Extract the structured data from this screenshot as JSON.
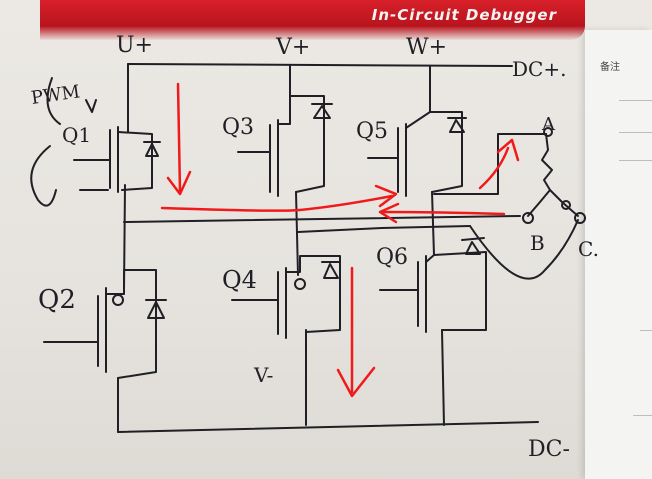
{
  "banner": {
    "text": "In-Circuit Debugger",
    "color": "#c8181f"
  },
  "side_note": {
    "label": "备注"
  },
  "labels": {
    "u_plus": "U+",
    "v_plus": "V+",
    "w_plus": "W+",
    "dc_plus": "DC+.",
    "dc_minus": "DC-",
    "v_minus": "V-",
    "pwm": "PWM",
    "q1": "Q1",
    "q2": "Q2",
    "q3": "Q3",
    "q4": "Q4",
    "q5": "Q5",
    "q6": "Q6",
    "phase_a": "A",
    "phase_b": "B",
    "phase_c": "C."
  },
  "colors": {
    "ink": "#1f1f25",
    "arrow": "#f01a1a"
  }
}
